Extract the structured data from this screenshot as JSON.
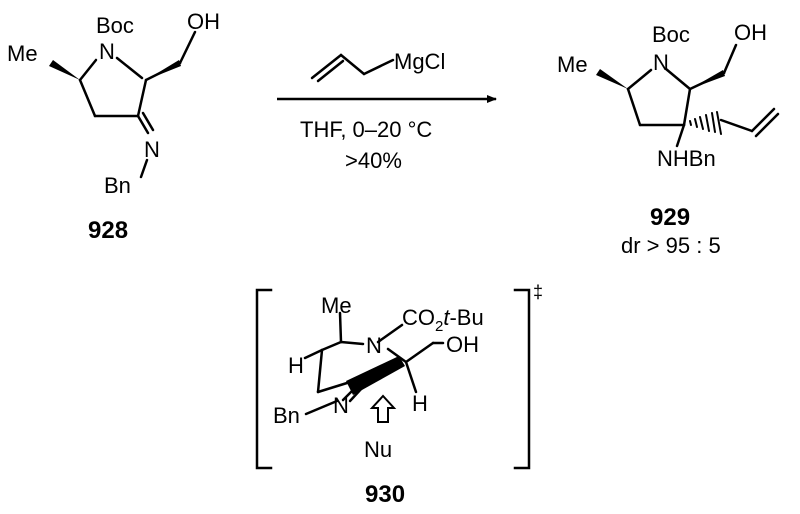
{
  "compound_928": {
    "number": "928",
    "atoms": {
      "boc": "Boc",
      "n": "N",
      "oh": "OH",
      "me": "Me",
      "n_imine": "N",
      "bn": "Bn"
    }
  },
  "reaction": {
    "reagent_label": "MgCl",
    "conditions": "THF, 0–20 °C",
    "yield": ">40%"
  },
  "compound_929": {
    "number": "929",
    "dr": "dr > 95 : 5",
    "atoms": {
      "boc": "Boc",
      "n": "N",
      "oh": "OH",
      "me": "Me",
      "nhbn": "NHBn"
    }
  },
  "compound_930": {
    "number": "930",
    "ts_symbol": "‡",
    "atoms": {
      "me": "Me",
      "co2": "CO",
      "co2_sub": "2",
      "tbu_t": "t",
      "tbu_rest": "-Bu",
      "n": "N",
      "oh": "OH",
      "h_left": "H",
      "h_right": "H",
      "bn": "Bn",
      "n_imine": "N",
      "nu": "Nu"
    }
  }
}
